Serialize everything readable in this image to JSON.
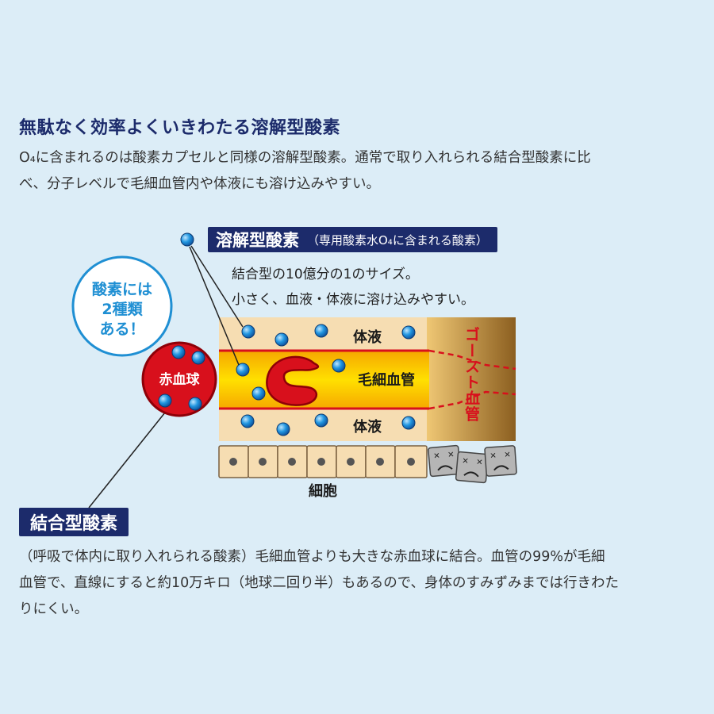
{
  "heading": "無駄なく効率よくいきわたる溶解型酸素",
  "intro": [
    "O₄に含まれるのは酸素カプセルと同様の溶解型酸素。通常で取り入れられる結合型酸素に比",
    "べ、分子レベルで毛細血管内や体液にも溶け込みやすい。"
  ],
  "dissolved": {
    "title": "溶解型酸素",
    "subtitle": "（専用酸素水O₄に含まれる酸素）",
    "desc": [
      "結合型の10億分の1のサイズ。",
      "小さく、血液・体液に溶け込みやすい。"
    ]
  },
  "badge": {
    "lines": [
      "酸素には",
      "2種類",
      "ある！"
    ]
  },
  "red_cell_label": "赤血球",
  "diagram_labels": {
    "fluid_top": "体液",
    "capillary": "毛細血管",
    "fluid_bottom": "体液",
    "ghost": "ゴースト血管",
    "cells": "細胞"
  },
  "bound": {
    "title": "結合型酸素"
  },
  "footer": [
    "（呼吸で体内に取り入れられる酸素）毛細血管よりも大きな赤血球に結合。血管の99%が毛細",
    "血管で、直線にすると約10万キロ（地球二回り半）もあるので、身体のすみずみまでは行きわた",
    "りにくい。"
  ],
  "colors": {
    "navy": "#1c2b6b",
    "red": "#d8101c",
    "badge_blue": "#1f8fd3",
    "fluid": "#f6ddb2",
    "ghost": "#c89a3a",
    "background": "#dcedf7"
  }
}
